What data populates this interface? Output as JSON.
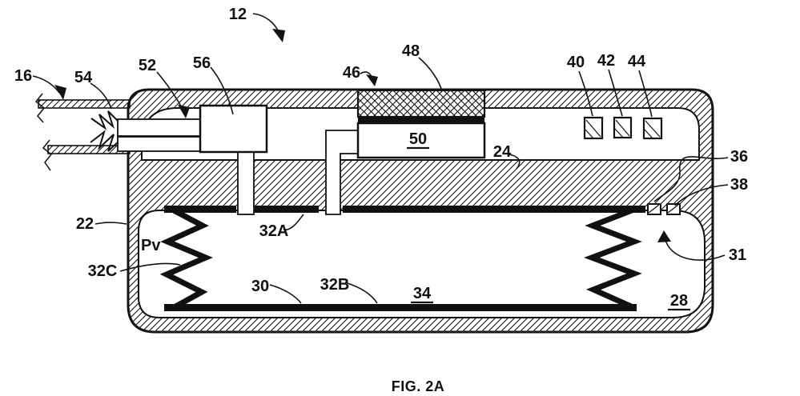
{
  "figure": {
    "caption": "FIG. 2A",
    "labels": {
      "n12": "12",
      "n16": "16",
      "n22": "22",
      "n24": "24",
      "n28": "28",
      "n30": "30",
      "n31": "31",
      "n32A": "32A",
      "n32B": "32B",
      "n32C": "32C",
      "n34": "34",
      "n36": "36",
      "n38": "38",
      "n40": "40",
      "n42": "42",
      "n44": "44",
      "n46": "46",
      "n48": "48",
      "n50": "50",
      "n52": "52",
      "n54": "54",
      "n56": "56",
      "pv": "Pv"
    },
    "colors": {
      "ink": "#111111",
      "paper": "#ffffff"
    }
  }
}
